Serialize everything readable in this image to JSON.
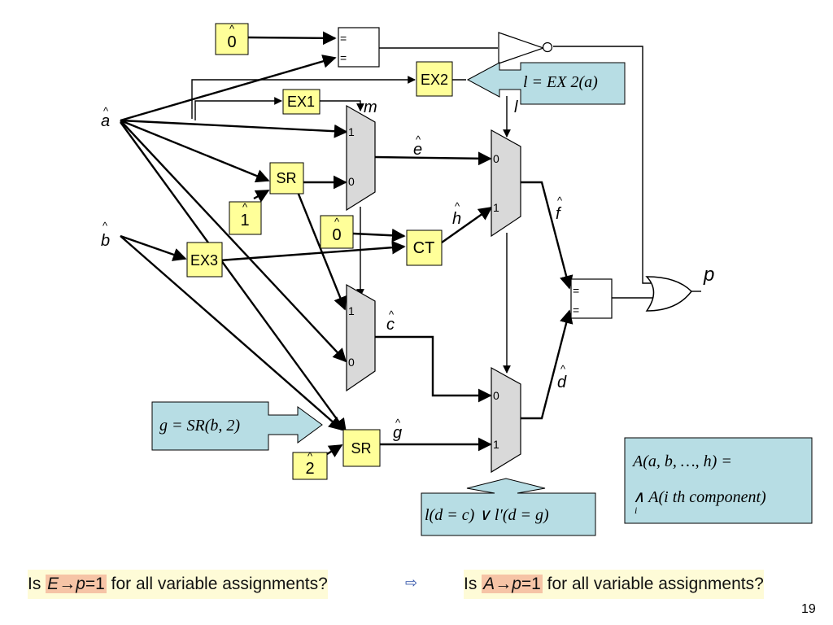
{
  "inputs": {
    "a": "a",
    "b": "b",
    "hat": "^"
  },
  "constants": {
    "zero_top": "0",
    "one": "1",
    "zero_mid": "0",
    "two": "2"
  },
  "blocks": {
    "ex1": "EX1",
    "ex2": "EX2",
    "ex3": "EX3",
    "sr1": "SR",
    "sr2": "SR",
    "ct": "CT"
  },
  "mux_ports": {
    "in1": "1",
    "in0": "0"
  },
  "signals": {
    "m": "m",
    "l": "l",
    "e": "e",
    "h": "h",
    "f": "f",
    "c": "c",
    "d": "d",
    "g": "g",
    "p": "p"
  },
  "callouts": {
    "l_def": "l = EX 2(a)",
    "g_def": "g = SR(b, 2)",
    "d_def": "l(d = c) ∨ l′(d = g)",
    "a_def_line1": "A(a, b, …, h) =",
    "a_def_line2": "∧ A(i th component)",
    "a_def_sub": "i"
  },
  "question_left": {
    "prefix": "Is ",
    "highlight_E": "E",
    "arrow": "→",
    "highlight_p": "p",
    "eq": "=1",
    "suffix": " for all variable assignments?"
  },
  "implies": "⇨",
  "question_right": {
    "prefix": "Is ",
    "highlight_A": "A",
    "arrow": "→",
    "highlight_p": "p",
    "eq": "=1",
    "suffix": " for all variable assignments?"
  },
  "page_number": "19",
  "colors": {
    "yellow": "#ffff99",
    "teal": "#b7dde4",
    "gray": "#d9d9d9",
    "highlight": "#f6c4a6",
    "question_bg": "#fefbd7"
  }
}
